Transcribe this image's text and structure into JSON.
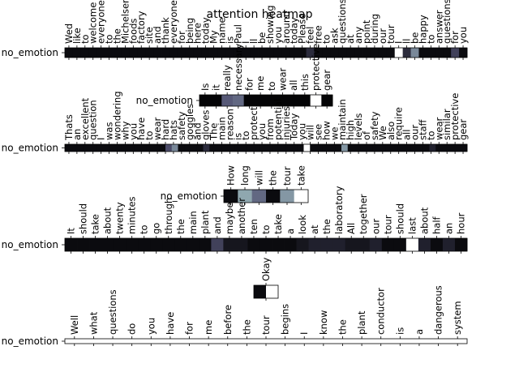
{
  "chart_data": {
    "type": "heatmap",
    "title": "attention heatmap",
    "colormap": "bone",
    "panels": [
      {
        "row_label": "no_emotion",
        "words": [
          "Wed",
          "like",
          "to",
          "welcome",
          "everyone",
          "to",
          "the",
          "Michelsen",
          "foods",
          "factory",
          "site",
          "and",
          "thank",
          "everyone",
          "for",
          "being",
          "here",
          "today",
          "My",
          "name",
          "is",
          "Paul",
          "I",
          "ll",
          "be",
          "showing",
          "you",
          "around",
          "today",
          "Please",
          "feel",
          "free",
          "to",
          "ask",
          "questions",
          "at",
          "any",
          "point",
          "during",
          "our",
          "tour",
          "I",
          "ll",
          "be",
          "happy",
          "to",
          "answer",
          "questions",
          "for",
          "you"
        ],
        "values": [
          0.05,
          0.05,
          0.05,
          0.05,
          0.05,
          0.05,
          0.05,
          0.05,
          0.05,
          0.05,
          0.05,
          0.05,
          0.05,
          0.05,
          0.05,
          0.05,
          0.05,
          0.05,
          0.05,
          0.05,
          0.05,
          0.05,
          0.05,
          0.05,
          0.05,
          0.05,
          0.05,
          0.05,
          0.05,
          0.05,
          0.2,
          0.05,
          0.05,
          0.05,
          0.05,
          0.05,
          0.05,
          0.05,
          0.05,
          0.05,
          0.05,
          1.0,
          0.2,
          0.55,
          0.05,
          0.05,
          0.05,
          0.05,
          0.3,
          0.05
        ]
      },
      {
        "row_label": "no_emotion",
        "words": [
          "Is",
          "it",
          "really",
          "necessary",
          "for",
          "me",
          "to",
          "wear",
          "all",
          "this",
          "protective",
          "gear"
        ],
        "values": [
          0.02,
          0.02,
          0.4,
          0.45,
          0.02,
          0.02,
          0.02,
          0.02,
          0.02,
          0.02,
          1.0,
          0.02
        ]
      },
      {
        "row_label": "no_emotion",
        "words": [
          "Thats",
          "an",
          "excellent",
          "question",
          "I",
          "was",
          "wondering",
          "why",
          "you",
          "have",
          "to",
          "wear",
          "hard",
          "hats",
          "safety",
          "goggles",
          "and",
          "gloves",
          "The",
          "main",
          "reason",
          "is",
          "to",
          "protect",
          "you",
          "from",
          "potential",
          "injuries",
          "Today",
          "you",
          "will",
          "see",
          "how",
          "we",
          "maintain",
          "high",
          "levels",
          "of",
          "safety",
          "We",
          "also",
          "require",
          "all",
          "our",
          "staff",
          "to",
          "wear",
          "similar",
          "protective",
          "gear"
        ],
        "values": [
          0.05,
          0.05,
          0.05,
          0.05,
          0.05,
          0.05,
          0.05,
          0.05,
          0.05,
          0.05,
          0.05,
          0.05,
          0.05,
          0.05,
          0.05,
          0.05,
          0.35,
          0.55,
          0.05,
          0.05,
          0.05,
          0.05,
          0.2,
          0.05,
          0.05,
          0.05,
          0.05,
          0.05,
          0.05,
          0.05,
          0.05,
          0.05,
          0.05,
          0.05,
          0.05,
          0.05,
          0.05,
          0.05,
          1.0,
          0.05,
          0.05,
          0.05,
          0.05,
          0.05,
          0.6,
          0.05,
          0.05,
          0.05,
          0.05,
          0.05,
          0.05,
          0.05,
          0.05,
          0.05,
          0.05,
          0.05,
          0.05,
          0.05,
          0.15,
          0.05,
          0.05,
          0.05,
          0.05,
          0.05
        ]
      },
      {
        "row_label": "no_emotion",
        "words": [
          "How",
          "long",
          "will",
          "the",
          "tour",
          "take"
        ],
        "values": [
          0.05,
          0.65,
          0.45,
          0.05,
          0.6,
          1.0
        ]
      },
      {
        "row_label": "no_emotion",
        "words": [
          "It",
          "should",
          "take",
          "about",
          "twenty",
          "minutes",
          "to",
          "go",
          "through",
          "the",
          "main",
          "plant",
          "and",
          "maybe",
          "another",
          "ten",
          "to",
          "take",
          "a",
          "look",
          "at",
          "the",
          "laboratory",
          "All",
          "together",
          "our",
          "tour",
          "should",
          "last",
          "about",
          "half",
          "an",
          "hour"
        ],
        "values": [
          0.05,
          0.05,
          0.05,
          0.05,
          0.05,
          0.05,
          0.05,
          0.05,
          0.05,
          0.05,
          0.05,
          0.05,
          0.3,
          0.1,
          0.1,
          0.05,
          0.05,
          0.05,
          0.05,
          0.1,
          0.15,
          0.15,
          0.15,
          0.1,
          0.1,
          0.15,
          0.05,
          0.05,
          1.0,
          0.15,
          0.05,
          0.15,
          0.05
        ]
      },
      {
        "row_label": "",
        "words": [
          "Okay"
        ],
        "values": [
          0.05,
          1.0
        ]
      },
      {
        "row_label": "no_emotion",
        "words": [
          "Well",
          "what",
          "questions",
          "do",
          "you",
          "have",
          "for",
          "me",
          "before",
          "the",
          "tour",
          "begins",
          "I",
          "know",
          "the",
          "plant",
          "conductor",
          "is",
          "a",
          "dangerous",
          "system"
        ],
        "values": []
      }
    ]
  }
}
